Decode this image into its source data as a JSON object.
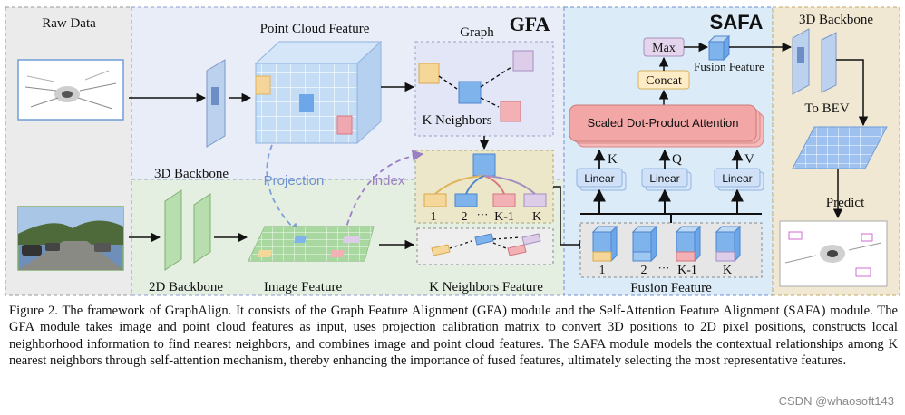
{
  "diagram": {
    "raw_data": "Raw Data",
    "point_cloud_feature": "Point Cloud Feature",
    "graph": "Graph",
    "gfa": "GFA",
    "safa": "SAFA",
    "backbone_3d_left": "3D Backbone",
    "backbone_3d_right": "3D Backbone",
    "backbone_2d": "2D Backbone",
    "image_feature": "Image Feature",
    "k_neighbors": "K Neighbors",
    "projection": "Projection",
    "index": "Index",
    "k_neighbors_feature": "K Neighbors Feature",
    "neighbor_labels": [
      "1",
      "2",
      "···",
      "K-1",
      "K"
    ],
    "max": "Max",
    "fusion_feature_small": "Fusion Feature",
    "concat": "Concat",
    "attention": "Scaled Dot-Product Attention",
    "letter_k": "K",
    "letter_q": "Q",
    "letter_v": "V",
    "linear": "Linear",
    "fusion_feature": "Fusion Feature",
    "fusion_labels": [
      "1",
      "2",
      "···",
      "K-1",
      "K"
    ],
    "to_bev": "To BEV",
    "predict": "Predict"
  },
  "caption": "Figure 2. The framework of GraphAlign. It consists of the Graph Feature Alignment (GFA) module and the Self-Attention Feature Alignment (SAFA) module. The GFA module takes image and point cloud features as input, uses projection calibration matrix to convert 3D positions to 2D pixel positions, constructs local neighborhood information to find nearest neighbors, and combines image and point cloud features. The SAFA module models the contextual relationships among K nearest neighbors through self-attention mechanism, thereby enhancing the importance of fused features, ultimately selecting the most representative features.",
  "watermark": "CSDN @whaosoft143",
  "colors": {
    "raw_panel": "#ebebeb",
    "gfa_top": "#e6ecf7",
    "gfa_bottom": "#e3efdf",
    "safa_panel": "#dcecf8",
    "right_panel": "#f0e7d2",
    "cube_blue": "#bcd6f2",
    "cube_accent": "#7fb0e8",
    "attention_red": "#f4a9a9",
    "linear_blue": "#cfe0f7",
    "image_green": "#a6d69c"
  }
}
